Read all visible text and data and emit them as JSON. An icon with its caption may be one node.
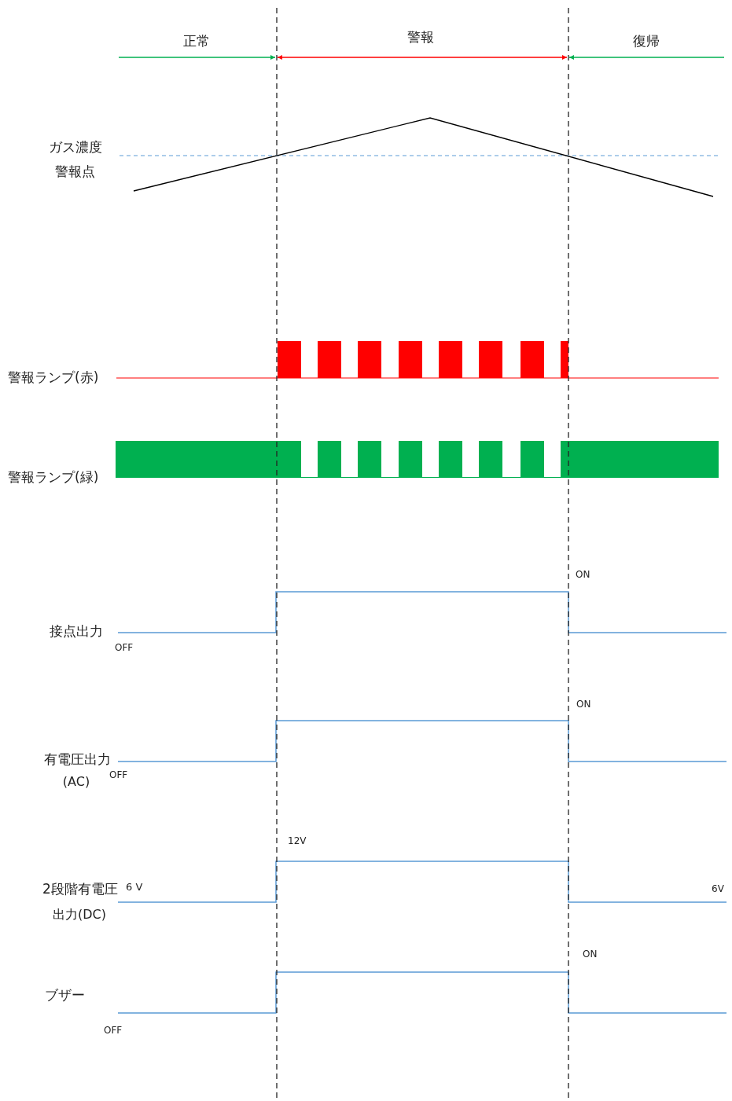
{
  "diagram": {
    "labels": [
      "正常",
      "警報",
      "復帰",
      "ガス濃度",
      "警報点",
      "警報ランプ(赤)",
      "警報ランプ(緑)",
      "ON",
      "接点出力",
      "OFF",
      "ON",
      "有電圧出力",
      "OFF",
      "(AC)",
      "12V",
      "2段階有電圧",
      "6 V",
      "6V",
      "出力(DC)",
      "ON",
      "ブザー",
      "OFF"
    ]
  }
}
